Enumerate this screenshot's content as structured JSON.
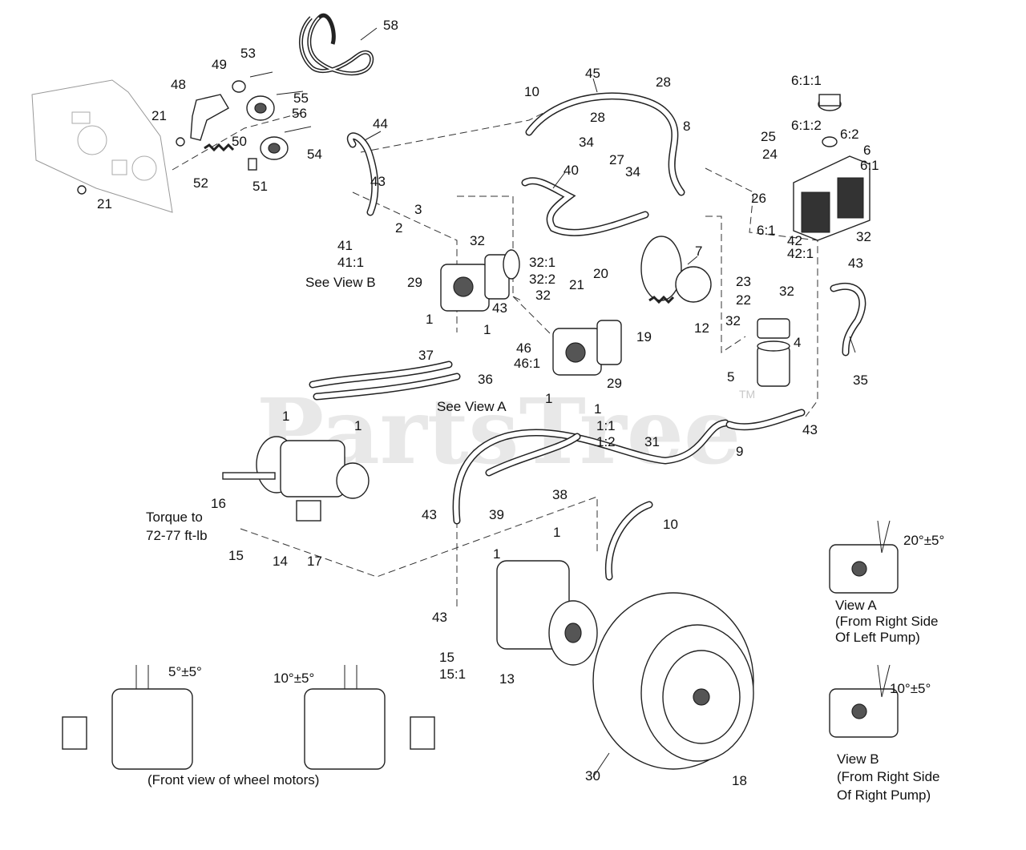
{
  "watermark": "PartsTree",
  "watermark_tm": "TM",
  "callouts": {
    "c1": "1",
    "c1_1": "1:1",
    "c1_2": "1:2",
    "c2": "2",
    "c3": "3",
    "c4": "4",
    "c5": "5",
    "c6": "6",
    "c6_1": "6:1",
    "c6_1_1": "6:1:1",
    "c6_1_2": "6:1:2",
    "c6_2": "6:2",
    "c7": "7",
    "c8": "8",
    "c9": "9",
    "c10": "10",
    "c12": "12",
    "c13": "13",
    "c14": "14",
    "c15": "15",
    "c15_1": "15:1",
    "c16": "16",
    "c17": "17",
    "c18": "18",
    "c19": "19",
    "c20": "20",
    "c21": "21",
    "c22": "22",
    "c23": "23",
    "c24": "24",
    "c25": "25",
    "c26": "26",
    "c27": "27",
    "c28": "28",
    "c29": "29",
    "c30": "30",
    "c31": "31",
    "c32": "32",
    "c32_1": "32:1",
    "c32_2": "32:2",
    "c34": "34",
    "c35": "35",
    "c36": "36",
    "c37": "37",
    "c38": "38",
    "c39": "39",
    "c40": "40",
    "c41": "41",
    "c41_1": "41:1",
    "c42": "42",
    "c42_1": "42:1",
    "c43": "43",
    "c44": "44",
    "c45": "45",
    "c46": "46",
    "c46_1": "46:1",
    "c48": "48",
    "c49": "49",
    "c50": "50",
    "c51": "51",
    "c52": "52",
    "c53": "53",
    "c54": "54",
    "c55": "55",
    "c56": "56",
    "c58": "58"
  },
  "notes": {
    "see_view_a": "See View A",
    "see_view_b": "See View B",
    "torque_1": "Torque to",
    "torque_2": "72-77 ft-lb",
    "angle_20": "20°±5°",
    "angle_10_b": "10°±5°",
    "angle_5": "5°±5°",
    "angle_10_front": "10°±5°",
    "view_a_1": "View A",
    "view_a_2": "(From Right Side",
    "view_a_3": "Of Left Pump)",
    "view_b_1": "View B",
    "view_b_2": "(From Right Side",
    "view_b_3": "Of Right Pump)",
    "front_view": "(Front view of wheel motors)"
  }
}
